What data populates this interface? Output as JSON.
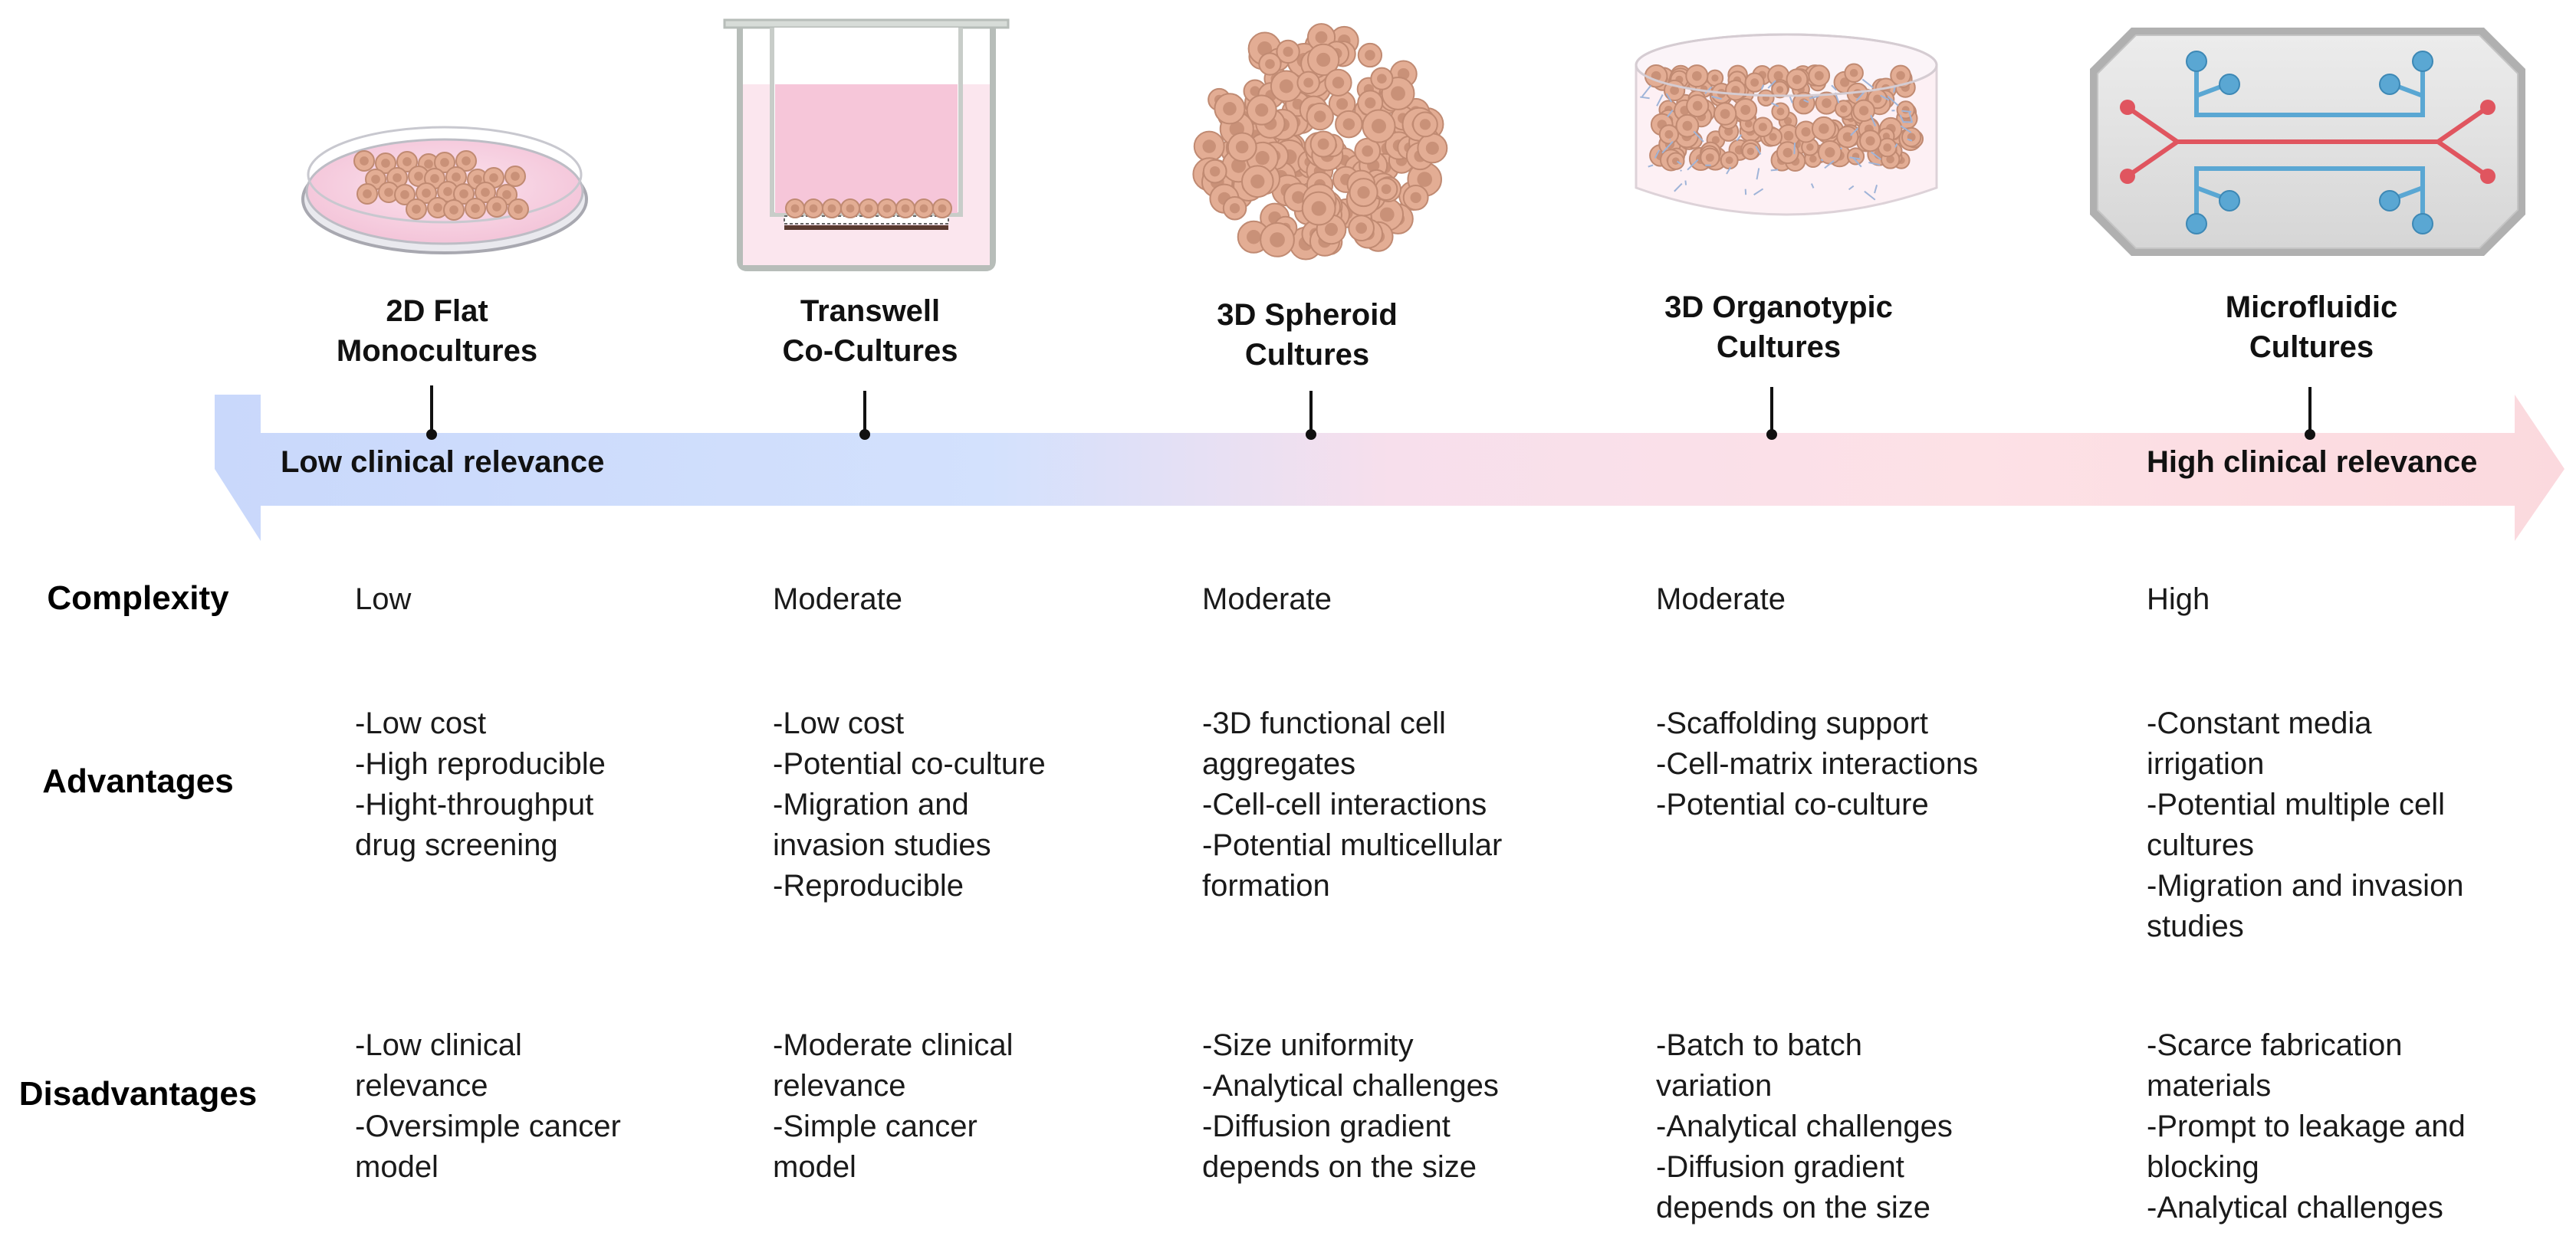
{
  "models": [
    {
      "id": "2d",
      "title": "2D Flat\nMonocultures",
      "complexity": "Low",
      "advantages": "-Low cost\n-High reproducible\n-Hight-throughput\ndrug screening",
      "disadvantages": "-Low clinical\nrelevance\n-Oversimple cancer\nmodel"
    },
    {
      "id": "transwell",
      "title": "Transwell\nCo-Cultures",
      "complexity": "Moderate",
      "advantages": "-Low cost\n-Potential co-culture\n-Migration and\ninvasion studies\n-Reproducible",
      "disadvantages": "-Moderate clinical\nrelevance\n-Simple cancer\nmodel"
    },
    {
      "id": "spheroid",
      "title": "3D Spheroid\nCultures",
      "complexity": "Moderate",
      "advantages": "-3D functional cell\naggregates\n-Cell-cell interactions\n-Potential multicellular\nformation",
      "disadvantages": "-Size uniformity\n-Analytical challenges\n-Diffusion gradient\ndepends on the size"
    },
    {
      "id": "organotypic",
      "title": "3D Organotypic\nCultures",
      "complexity": "Moderate",
      "advantages": "-Scaffolding support\n-Cell-matrix interactions\n-Potential co-culture",
      "disadvantages": "-Batch to batch\nvariation\n-Analytical challenges\n-Diffusion gradient\ndepends on the size"
    },
    {
      "id": "microfluidic",
      "title": "Microfluidic\nCultures",
      "complexity": "High",
      "advantages": "-Constant media\nirrigation\n-Potential multiple cell\ncultures\n-Migration and invasion\nstudies",
      "disadvantages": "-Scarce fabrication\nmaterials\n-Prompt to leakage and\nblocking\n-Analytical challenges"
    }
  ],
  "scale": {
    "low_label": "Low clinical relevance",
    "high_label": "High clinical relevance",
    "gradient_colors": [
      "#c9d8fb",
      "#d3e1fd",
      "#f7dfec",
      "#fde1e6",
      "#fbd9de"
    ]
  },
  "rows": {
    "complexity": "Complexity",
    "advantages": "Advantages",
    "disadvantages": "Disadvantages"
  },
  "colors": {
    "cell_fill": "#e3ad94",
    "cell_stroke": "#c08a72",
    "media_pink": "#f7cfe0",
    "chip_red": "#e0555f",
    "chip_blue": "#5aa7d3"
  }
}
